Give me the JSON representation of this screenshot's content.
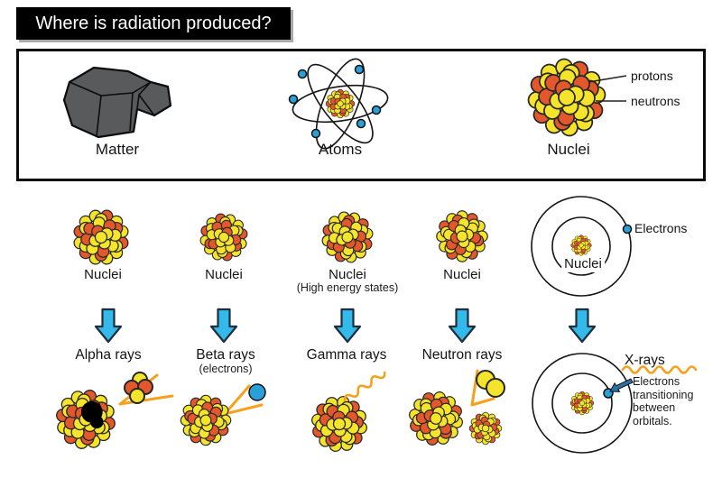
{
  "title": "Where is radiation produced?",
  "colors": {
    "yellow": "#F5E42C",
    "red": "#E2582C",
    "blue": "#2AA0D8",
    "cyan": "#33B9EA",
    "orange": "#F5A11C",
    "rock": "#595A5C",
    "pointer": "#2A72A8"
  },
  "icons": {
    "down_arrow": "down-arrow-icon",
    "gamma_wave": "wavy-ray-icon",
    "xray_wave": "wavy-ray-icon"
  },
  "top_box": {
    "matter_label": "Matter",
    "atoms_label": "Atoms",
    "nuclei_label": "Nuclei",
    "protons_label": "protons",
    "neutrons_label": "neutrons"
  },
  "columns": [
    {
      "source": "Nuclei",
      "ray": "Alpha rays"
    },
    {
      "source": "Nuclei",
      "ray": "Beta rays",
      "ray_note": "(electrons)"
    },
    {
      "source": "Nuclei",
      "source_note": "(High energy states)",
      "ray": "Gamma rays"
    },
    {
      "source": "Nuclei",
      "ray": "Neutron rays"
    },
    {
      "source": "Nuclei",
      "electrons_label": "Electrons",
      "ray": "X-rays",
      "caption": "Electrons transitioning between orbitals."
    }
  ]
}
